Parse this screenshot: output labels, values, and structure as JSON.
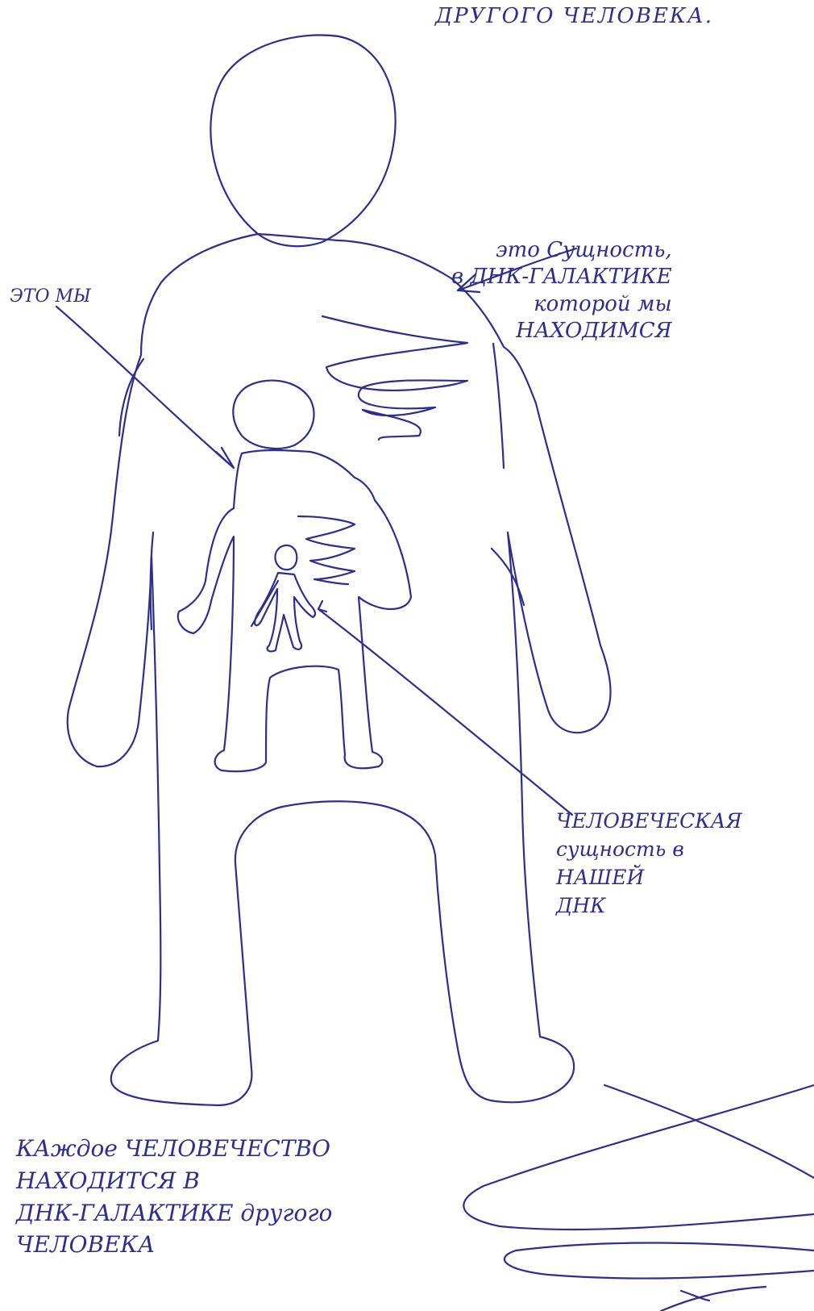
{
  "colors": {
    "ink": "#2e2e8f",
    "paper": "#ffffff"
  },
  "labels": {
    "top_fragment": "ДРУГОГО ЧЕЛОВЕКА.",
    "we": "ЭТО МЫ",
    "entity": {
      "line1": "это Сущность,",
      "line2": "в ДНК-ГАЛАКТИКЕ",
      "line3": "которой мы",
      "line4": "НАХОДИМСЯ"
    },
    "human_entity": {
      "line1": "ЧЕЛОВЕЧЕСКАЯ",
      "line2": "сущность в",
      "line3": "НАШЕЙ",
      "line4": "ДНК"
    },
    "caption": {
      "line1": "КАждое ЧЕЛОВЕЧЕСТВО",
      "line2": "НАХОДИТСЯ В",
      "line3": "ДНК-ГАЛАКТИКЕ другого",
      "line4": "ЧЕЛОВЕКА"
    }
  }
}
